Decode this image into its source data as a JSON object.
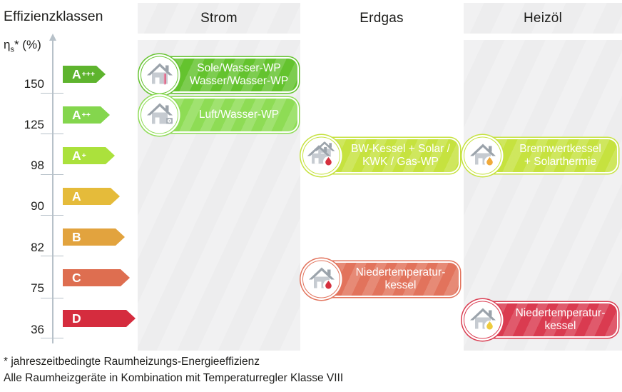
{
  "title": "Effizienzklassen",
  "axis": {
    "label_eta": "η",
    "label_sub": "s",
    "label_rest": "* (%)",
    "ticks": [
      {
        "value": "150"
      },
      {
        "value": "125"
      },
      {
        "value": "98"
      },
      {
        "value": "90"
      },
      {
        "value": "82"
      },
      {
        "value": "75"
      },
      {
        "value": "36"
      }
    ]
  },
  "columns": {
    "strom": {
      "label": "Strom"
    },
    "erdgas": {
      "label": "Erdgas"
    },
    "heizol": {
      "label": "Heizöl"
    }
  },
  "classes": [
    {
      "letter": "A",
      "sup": "+++",
      "color": "#5eb42e"
    },
    {
      "letter": "A",
      "sup": "++",
      "color": "#84d64d"
    },
    {
      "letter": "A",
      "sup": "+",
      "color": "#abe13c"
    },
    {
      "letter": "A",
      "sup": "",
      "color": "#e5bb3a"
    },
    {
      "letter": "B",
      "sup": "",
      "color": "#e2a33e"
    },
    {
      "letter": "C",
      "sup": "",
      "color": "#de6e50"
    },
    {
      "letter": "D",
      "sup": "",
      "color": "#d52c3e"
    }
  ],
  "systems": [
    {
      "column": "Strom",
      "efficiency_class": "A+++",
      "lines": [
        "Sole/Wasser-WP",
        "Wasser/Wasser-WP"
      ],
      "color": "#64c32e",
      "icon": "house-ground-probe-icon"
    },
    {
      "column": "Strom",
      "efficiency_class": "A++",
      "lines": [
        "Luft/Wasser-WP"
      ],
      "color": "#8edc55",
      "icon": "house-air-heatpump-icon"
    },
    {
      "column": "Erdgas",
      "efficiency_class": "A+",
      "lines": [
        "BW-Kessel + Solar /",
        "KWK / Gas-WP"
      ],
      "color": "#c6e23f",
      "icon": "houses-gas-flame-icon"
    },
    {
      "column": "Erdgas",
      "efficiency_class": "C",
      "lines": [
        "Niedertemperatur-",
        "kessel"
      ],
      "color": "#e2735c",
      "icon": "house-gas-flame-icon"
    },
    {
      "column": "Heizöl",
      "efficiency_class": "A+",
      "lines": [
        "Brennwertkessel",
        "+ Solarthermie"
      ],
      "color": "#c6e23f",
      "icon": "house-oil-flame-icon"
    },
    {
      "column": "Heizöl",
      "efficiency_class": "D",
      "lines": [
        "Niedertemperatur-",
        "kessel"
      ],
      "color": "#da3b50",
      "icon": "house-oil-drop-icon"
    }
  ],
  "footnotes": [
    "* jahreszeitbedingte Raumheizungs-Energieeffizienz",
    "Alle Raumheizgeräte in Kombination mit Temperaturregler Klasse VIII"
  ],
  "chart_data": {
    "type": "table",
    "title": "Effizienzklassen",
    "ylabel": "ηs* (%)",
    "yticks": [
      150,
      125,
      98,
      90,
      82,
      75,
      36
    ],
    "efficiency_classes": [
      "A+++",
      "A++",
      "A+",
      "A",
      "B",
      "C",
      "D"
    ],
    "class_colors": [
      "#5eb42e",
      "#84d64d",
      "#abe13c",
      "#e5bb3a",
      "#e2a33e",
      "#de6e50",
      "#d52c3e"
    ],
    "categories": [
      "Strom",
      "Erdgas",
      "Heizöl"
    ],
    "entries": [
      {
        "category": "Strom",
        "efficiency_class": "A+++",
        "system": "Sole/Wasser-WP Wasser/Wasser-WP"
      },
      {
        "category": "Strom",
        "efficiency_class": "A++",
        "system": "Luft/Wasser-WP"
      },
      {
        "category": "Erdgas",
        "efficiency_class": "A+",
        "system": "BW-Kessel + Solar / KWK / Gas-WP"
      },
      {
        "category": "Erdgas",
        "efficiency_class": "C",
        "system": "Niedertemperaturkessel"
      },
      {
        "category": "Heizöl",
        "efficiency_class": "A+",
        "system": "Brennwertkessel + Solarthermie"
      },
      {
        "category": "Heizöl",
        "efficiency_class": "D",
        "system": "Niedertemperaturkessel"
      }
    ],
    "notes": [
      "* jahreszeitbedingte Raumheizungs-Energieeffizienz",
      "Alle Raumheizgeräte in Kombination mit Temperaturregler Klasse VIII"
    ]
  }
}
